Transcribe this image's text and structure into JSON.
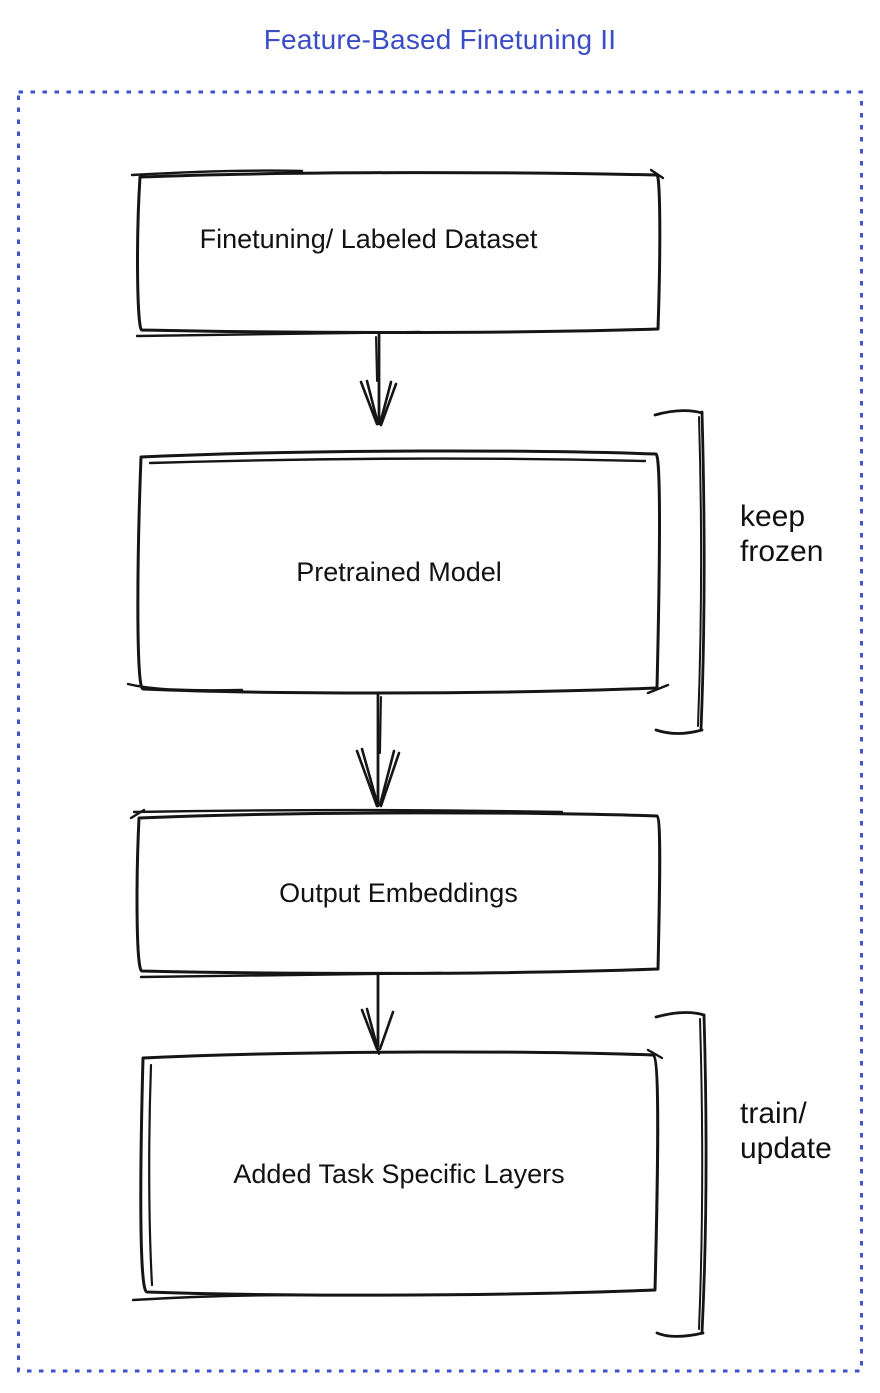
{
  "title": "Feature-Based Finetuning II",
  "colors": {
    "title": "#3B4CC7",
    "frame": "#3D52CE",
    "gray": "#878E97",
    "blue": "#4A6FEC",
    "green": "#40BE58",
    "ink": "#151515"
  },
  "nodes": {
    "dataset": {
      "label": "Finetuning/ Labeled Dataset"
    },
    "pretrained": {
      "label": "Pretrained Model"
    },
    "embeddings": {
      "label": "Output Embeddings"
    },
    "task_layers": {
      "label": "Added Task Specific Layers"
    }
  },
  "annotations": {
    "keep_frozen": "keep frozen",
    "train_update": "train/ update"
  }
}
